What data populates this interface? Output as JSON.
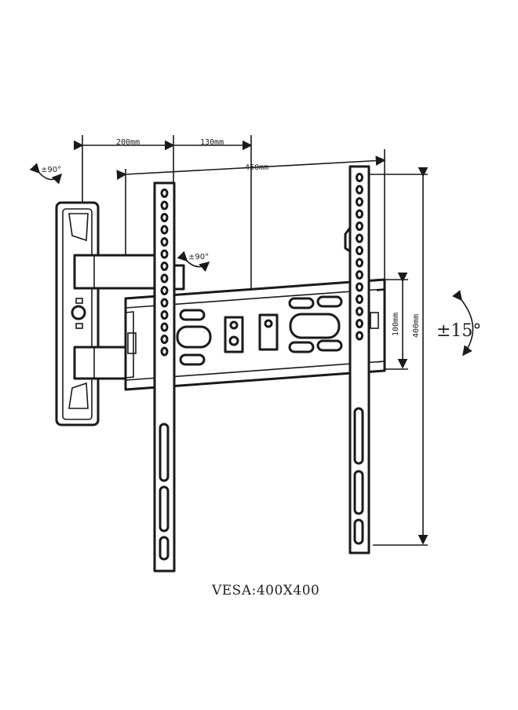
{
  "dimensions": {
    "arm_length": "200mm",
    "arm_offset": "130mm",
    "bracket_width": "450mm",
    "rail_height": "100mm",
    "plate_height": "400mm"
  },
  "rotations": {
    "wall_swivel": "±90°",
    "arm_swivel": "±90°",
    "tilt": "±15°"
  },
  "caption": "VESA:400X400"
}
